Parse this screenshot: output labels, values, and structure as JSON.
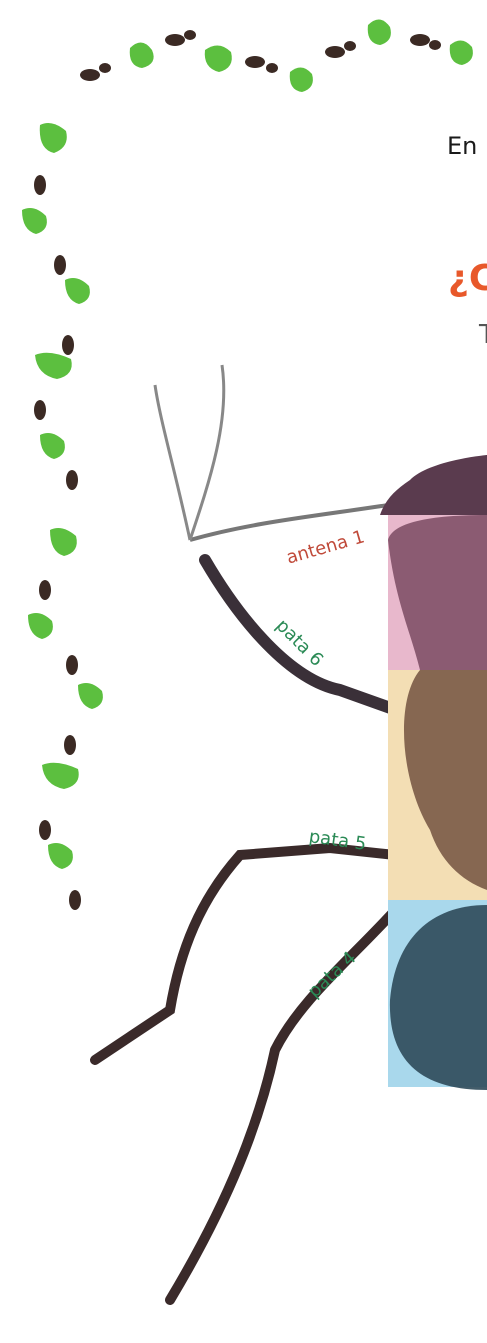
{
  "intro_text": "En",
  "heading": "¿C",
  "subtext": "T",
  "labels": {
    "antenna_1": "antena 1",
    "leg_6": "pata 6",
    "leg_5": "pata 5",
    "leg_4": "pata 4"
  },
  "colors": {
    "heading": "#e8582a",
    "antenna_label": "#c04a3a",
    "leg_label": "#2a8a55",
    "head_highlight": "#e6b3c9",
    "thorax_highlight": "#f2dcb0",
    "abdomen_highlight": "#a8d7ec"
  },
  "decorations": [
    "ant-border-top",
    "ant-border-left",
    "leaf-icon",
    "ant-illustration"
  ]
}
